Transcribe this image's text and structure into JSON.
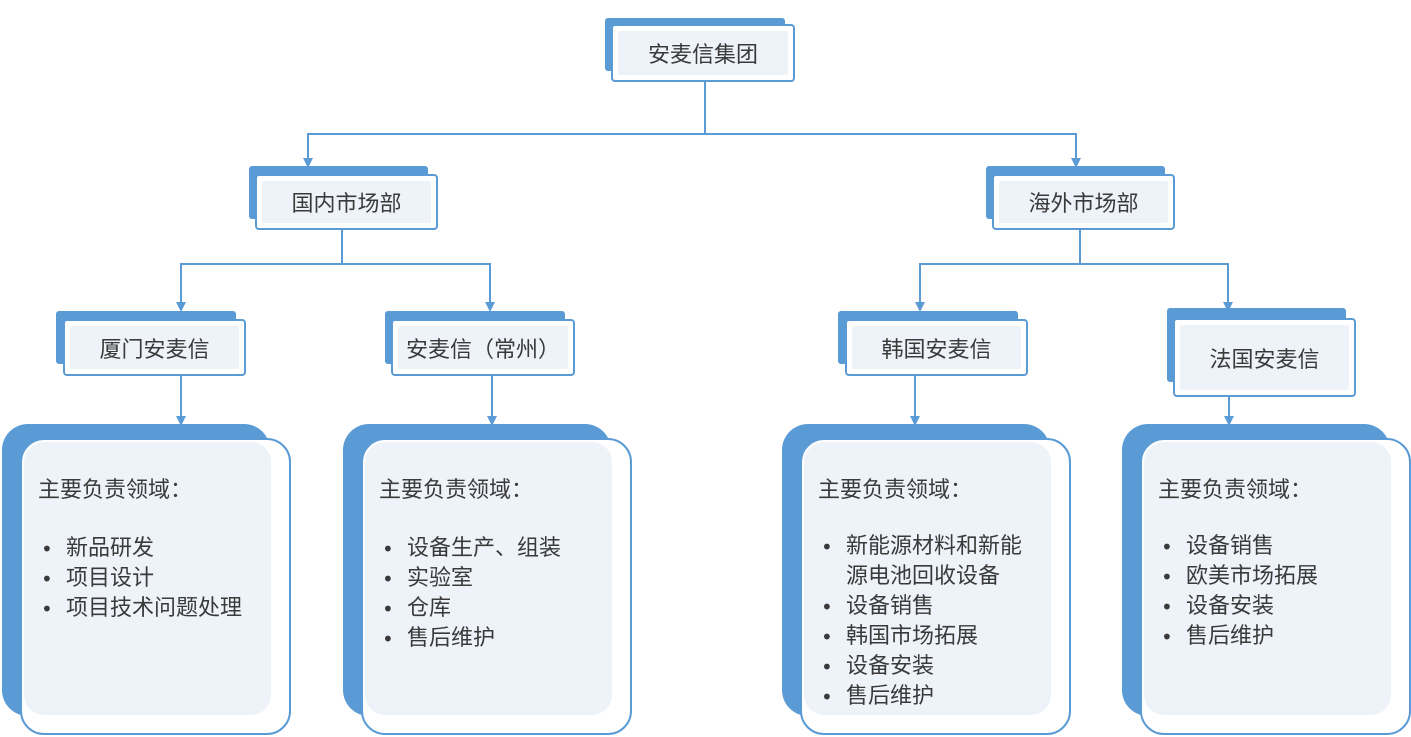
{
  "root": {
    "title": "安麦信集团"
  },
  "markets": {
    "domestic": {
      "title": "国内市场部"
    },
    "overseas": {
      "title": "海外市场部"
    }
  },
  "companies": {
    "xiamen": {
      "title": "厦门安麦信",
      "heading": "主要负责领域：",
      "items": [
        "新品研发",
        "项目设计",
        "项目技术问题处理"
      ]
    },
    "changzhou": {
      "title": "安麦信（常州）",
      "heading": "主要负责领域：",
      "items": [
        "设备生产、组装",
        "实验室",
        "仓库",
        "售后维护"
      ]
    },
    "korea": {
      "title": "韩国安麦信",
      "heading": "主要负责领域：",
      "items": [
        "新能源材料和新能源电池回收设备",
        "设备销售",
        "韩国市场拓展",
        "设备安装",
        "售后维护"
      ],
      "item_wrap_first": [
        "新能源材料和新能",
        "源电池回收设备"
      ]
    },
    "france": {
      "title": "法国安麦信",
      "heading": "主要负责领域：",
      "items": [
        "设备销售",
        "欧美市场拓展",
        "设备安装",
        "售后维护"
      ]
    }
  },
  "bullet_char": "•",
  "colors": {
    "accent": "#5b9bd5",
    "fill": "#eef3fa",
    "text": "#3a3a3a"
  }
}
